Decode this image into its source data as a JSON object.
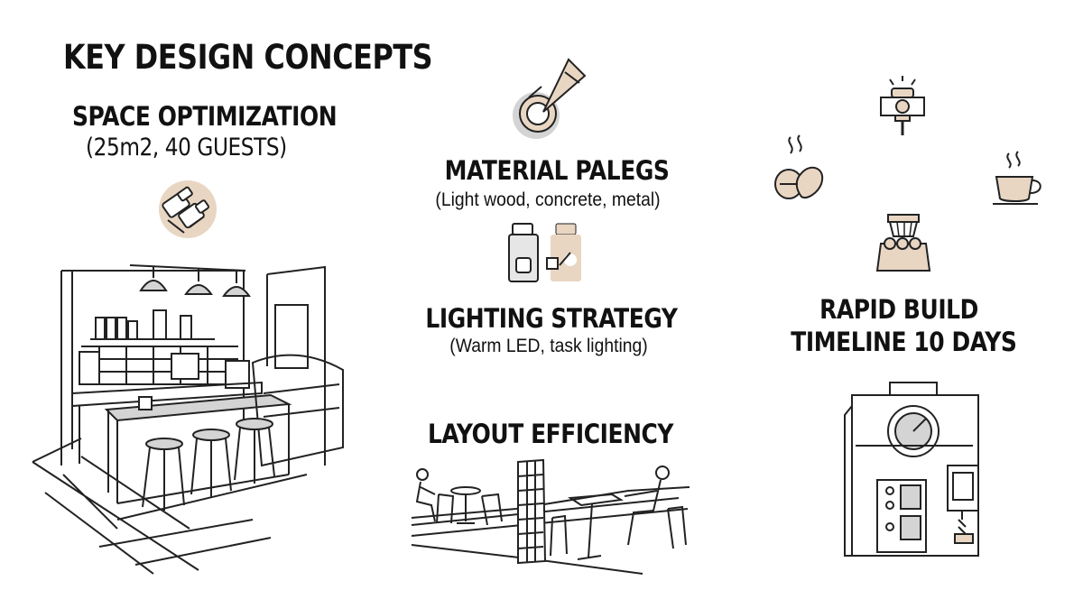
{
  "title": "KEY DESIGN CONCEPTS",
  "concepts": {
    "space": {
      "heading": "SPACE OPTIMIZATION",
      "detail": "(25m2, 40 GUESTS)"
    },
    "material": {
      "heading": "MATERIAL PALEGS",
      "detail": "(Light wood, concrete, metal)"
    },
    "lighting": {
      "heading": "LIGHTING STRATEGY",
      "detail": "(Warm LED, task lighting)"
    },
    "layout": {
      "heading": "LAYOUT EFFICIENCY"
    },
    "timeline": {
      "heading_line1": "RAPID BUILD",
      "heading_line2": "TIMELINE  10 DAYS"
    }
  },
  "colors": {
    "accent": "#e8d6c3",
    "ink": "#222222",
    "gray": "#d4d4d4"
  },
  "icons": [
    "space-optimization-icon",
    "material-swatch-icon",
    "material-jars-icon",
    "coffee-beans-icon",
    "steam-machine-icon",
    "coffee-cup-icon",
    "drip-brewer-icon",
    "cafe-counter-illustration",
    "seating-layout-illustration",
    "build-timeline-illustration"
  ]
}
